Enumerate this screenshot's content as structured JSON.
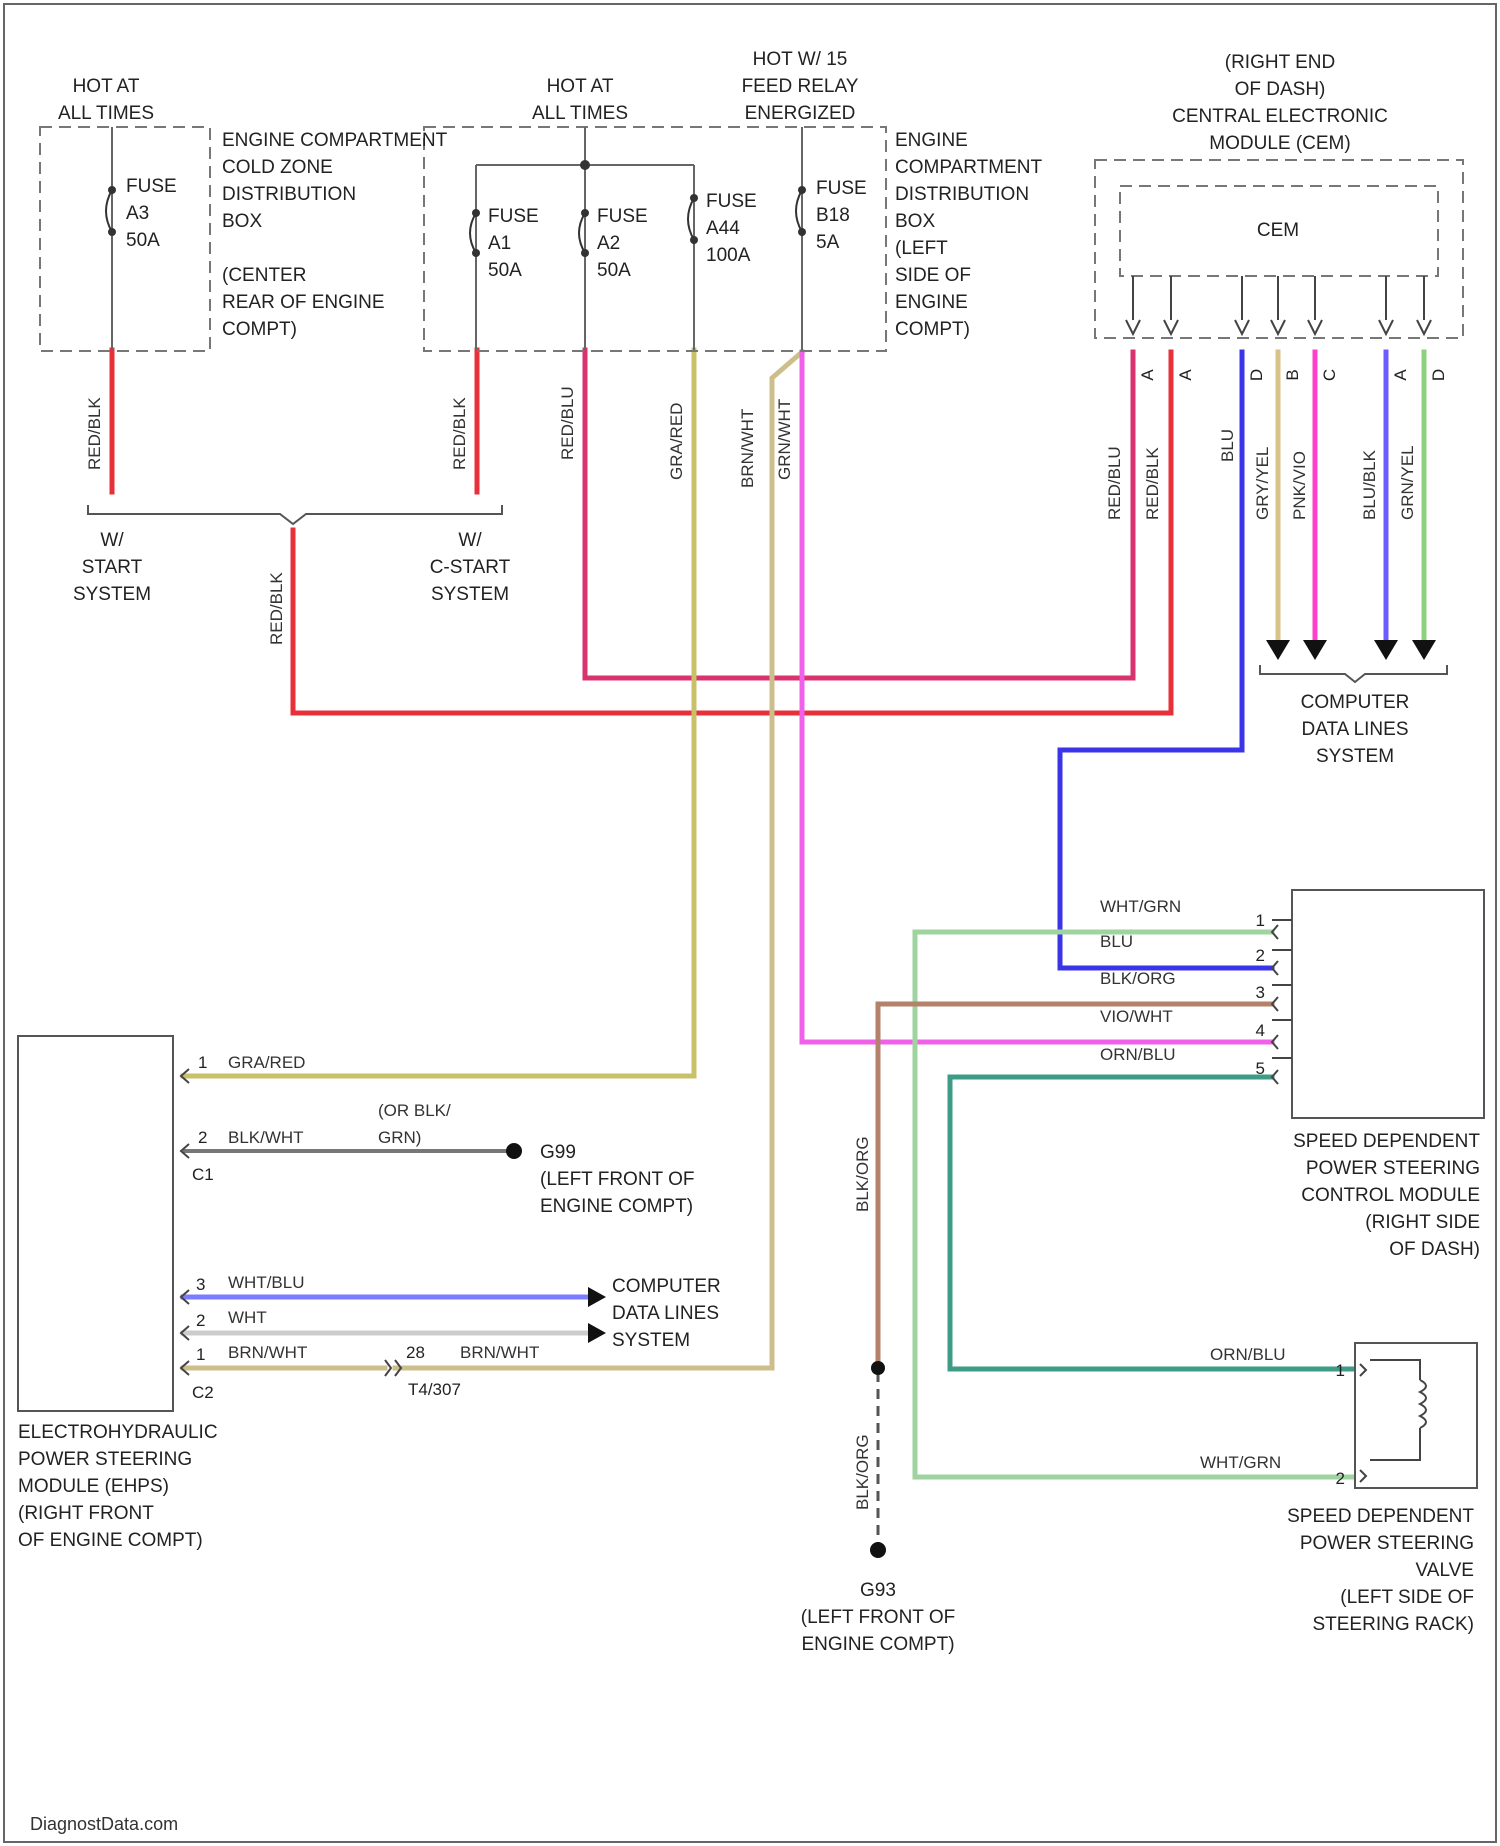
{
  "colors": {
    "red": "#e8303a",
    "red_blue": "#d8336f",
    "gray_red": "#c9c06a",
    "brown_white": "#cdbf8c",
    "violet": "#f060e8",
    "blue": "#3a35e8",
    "gray_yellow": "#d9c28a",
    "pink": "#ff40c8",
    "blue2": "#6c5cff",
    "green": "#8fd07d",
    "white_blue": "#7b7bff",
    "white": "#cccccc",
    "black_orange": "#b4826a",
    "orange_blue": "#3e9b86",
    "white_green": "#9fd39f"
  },
  "fuse_box_1": {
    "hot_label_1": "HOT AT",
    "hot_label_2": "ALL TIMES",
    "fuse_label": "FUSE",
    "fuse_id": "A3",
    "fuse_amp": "50A",
    "desc": [
      "ENGINE COMPARTMENT",
      "COLD ZONE",
      "DISTRIBUTION",
      "BOX",
      "",
      "(CENTER",
      "REAR OF ENGINE",
      "COMPT)"
    ]
  },
  "fuse_box_2": {
    "hot_label_1": "HOT AT",
    "hot_label_2": "ALL TIMES",
    "hot_run_1": "HOT W/ 15",
    "hot_run_2": "FEED RELAY",
    "hot_run_3": "ENERGIZED",
    "fuse_a1": [
      "FUSE",
      "A1",
      "50A"
    ],
    "fuse_a2": [
      "FUSE",
      "A2",
      "50A"
    ],
    "fuse_a44": [
      "FUSE",
      "A44",
      "100A"
    ],
    "fuse_b18": [
      "FUSE",
      "B18",
      "5A"
    ],
    "desc": [
      "ENGINE",
      "COMPARTMENT",
      "DISTRIBUTION",
      "BOX",
      "(LEFT",
      "SIDE OF",
      "ENGINE",
      "COMPT)"
    ]
  },
  "cem": {
    "desc": [
      "(RIGHT END",
      "OF DASH)",
      "CENTRAL ELECTRONIC",
      "MODULE (CEM)"
    ],
    "label": "CEM",
    "pins": [
      "A",
      "A",
      "D",
      "B",
      "C",
      "A",
      "D"
    ]
  },
  "wire_labels": {
    "w1": "RED/BLK",
    "w2": "RED/BLK",
    "w3": "RED/BLU",
    "w4": "GRA/RED",
    "w5": "BRN/WHT",
    "w6": "GRN/WHT",
    "w7": "RED/BLU",
    "w8": "RED/BLK",
    "w9": "BLU",
    "w10": "GRY/YEL",
    "w11": "PNK/VIO",
    "w12": "BLU/BLK",
    "w13": "GRN/YEL",
    "w14": "RED/BLK",
    "w15": "BLK/ORG",
    "w16": "BLK/ORG"
  },
  "start_systems": {
    "left": [
      "W/",
      "START",
      "SYSTEM"
    ],
    "right": [
      "W/",
      "C-START",
      "SYSTEM"
    ]
  },
  "data_lines_top": [
    "COMPUTER",
    "DATA LINES",
    "SYSTEM"
  ],
  "sdps_module": {
    "wires": [
      "WHT/GRN",
      "BLU",
      "BLK/ORG",
      "VIO/WHT",
      "ORN/BLU"
    ],
    "pins": [
      "1",
      "2",
      "3",
      "4",
      "5"
    ],
    "desc": [
      "SPEED DEPENDENT",
      "POWER STEERING",
      "CONTROL MODULE",
      "(RIGHT SIDE",
      "OF DASH)"
    ]
  },
  "ehps_module": {
    "wires": [
      "GRA/RED",
      "BLK/WHT",
      "WHT/BLU",
      "WHT",
      "BRN/WHT"
    ],
    "pins_c1": [
      "1",
      "2"
    ],
    "pins_c2": [
      "3",
      "2",
      "1"
    ],
    "connector_c1": "C1",
    "connector_c2": "C2",
    "alt_color": [
      "(OR BLK/",
      "GRN)"
    ],
    "ground": [
      "G99",
      "(LEFT FRONT OF",
      "ENGINE COMPT)"
    ],
    "splice_pin": "28",
    "splice_id": "T4/307",
    "splice_wire": "BRN/WHT",
    "data_lines": [
      "COMPUTER",
      "DATA LINES",
      "SYSTEM"
    ],
    "desc": [
      "ELECTROHYDRAULIC",
      "POWER STEERING",
      "MODULE (EHPS)",
      "(RIGHT FRONT",
      "OF ENGINE COMPT)"
    ]
  },
  "ground_bottom": [
    "G93",
    "(LEFT FRONT OF",
    "ENGINE COMPT)"
  ],
  "valve": {
    "wires": [
      "ORN/BLU",
      "WHT/GRN"
    ],
    "pins": [
      "1",
      "2"
    ],
    "desc": [
      "SPEED DEPENDENT",
      "POWER STEERING",
      "VALVE",
      "(LEFT SIDE OF",
      "STEERING RACK)"
    ]
  },
  "footer": "DiagnostData.com"
}
